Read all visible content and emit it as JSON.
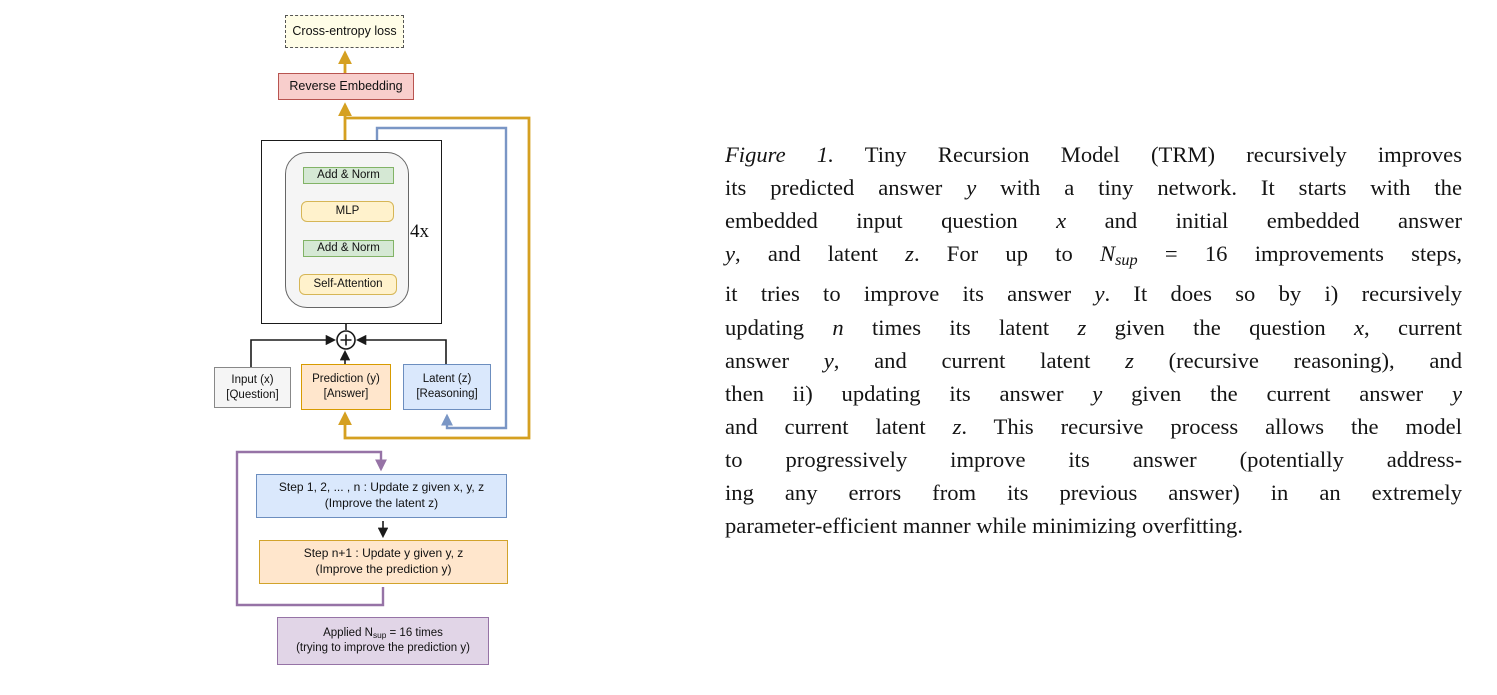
{
  "diagram": {
    "loss_box": "Cross-entropy loss",
    "reverse_embedding": "Reverse Embedding",
    "block": {
      "add_norm_top": "Add & Norm",
      "mlp": "MLP",
      "add_norm_bottom": "Add & Norm",
      "self_attention": "Self-Attention",
      "repeat_label": "4x"
    },
    "input_box": {
      "line1": "Input (x)",
      "line2": "[Question]"
    },
    "prediction_box": {
      "line1": "Prediction (y)",
      "line2": "[Answer]"
    },
    "latent_box": {
      "line1": "Latent (z)",
      "line2": "[Reasoning]"
    },
    "step_z_box": {
      "line1": "Step 1, 2, ... , n : Update z given x, y, z",
      "line2": "(Improve the latent z)"
    },
    "step_y_box": {
      "line1": "Step n+1 : Update y given y, z",
      "line2": "(Improve the prediction y)"
    },
    "applied_box": {
      "prefix": "Applied N",
      "sub": "sup",
      "suffix": " = 16 times",
      "line2": "(trying to improve the prediction y)"
    },
    "icons": {
      "sum_node_icon": "⊕"
    },
    "colors": {
      "gold_arrow": "#D5A021",
      "blue_arrow": "#7A96C5",
      "purple_arrow": "#9673A6",
      "loss_bg": "#FFFDE7",
      "reverse_embedding_bg": "#F8CECC",
      "reverse_embedding_border": "#B85450",
      "green_bg": "#D5E8D4",
      "green_border": "#82B366",
      "yellow_bg": "#FFF2CC",
      "yellow_border": "#D6B656",
      "gray_bg": "#F5F5F5",
      "orange_bg": "#FFE6CC",
      "orange_border": "#D79B00",
      "blue_bg": "#DAE8FC",
      "blue_border": "#6C8EBF",
      "purple_bg": "#E1D5E7",
      "purple_border": "#9673A6"
    }
  },
  "caption": {
    "lines": [
      [
        {
          "t": "Figure 1.",
          "i": 1
        },
        {
          "t": " Tiny Recursion Model (TRM) recursively improves"
        }
      ],
      [
        {
          "t": "its predicted answer "
        },
        {
          "t": "y",
          "i": 1
        },
        {
          "t": " with a tiny network. It starts with the"
        }
      ],
      [
        {
          "t": "embedded input question "
        },
        {
          "t": "x",
          "i": 1
        },
        {
          "t": " and initial embedded answer"
        }
      ],
      [
        {
          "t": "y",
          "i": 1
        },
        {
          "t": ", and latent "
        },
        {
          "t": "z",
          "i": 1
        },
        {
          "t": ". For up to "
        },
        {
          "t": "N",
          "i": 1
        },
        {
          "t": "sup",
          "i": 1,
          "sub": 1
        },
        {
          "t": " = 16 improvements steps,"
        }
      ],
      [
        {
          "t": "it tries to improve its answer "
        },
        {
          "t": "y",
          "i": 1
        },
        {
          "t": ". It does so by i) recursively"
        }
      ],
      [
        {
          "t": "updating "
        },
        {
          "t": "n",
          "i": 1
        },
        {
          "t": " times its latent "
        },
        {
          "t": "z",
          "i": 1
        },
        {
          "t": " given the question "
        },
        {
          "t": "x",
          "i": 1
        },
        {
          "t": ", current"
        }
      ],
      [
        {
          "t": "answer "
        },
        {
          "t": "y",
          "i": 1
        },
        {
          "t": ", and current latent "
        },
        {
          "t": "z",
          "i": 1
        },
        {
          "t": " (recursive reasoning), and"
        }
      ],
      [
        {
          "t": "then ii) updating its answer "
        },
        {
          "t": "y",
          "i": 1
        },
        {
          "t": " given the current answer "
        },
        {
          "t": "y",
          "i": 1
        }
      ],
      [
        {
          "t": "and current latent "
        },
        {
          "t": "z",
          "i": 1
        },
        {
          "t": ". This recursive process allows the model"
        }
      ],
      [
        {
          "t": "to progressively improve its answer (potentially address-"
        }
      ],
      [
        {
          "t": "ing any errors from its previous answer) in an extremely"
        }
      ],
      [
        {
          "t": "parameter-efficient manner while minimizing overfitting."
        }
      ]
    ]
  }
}
